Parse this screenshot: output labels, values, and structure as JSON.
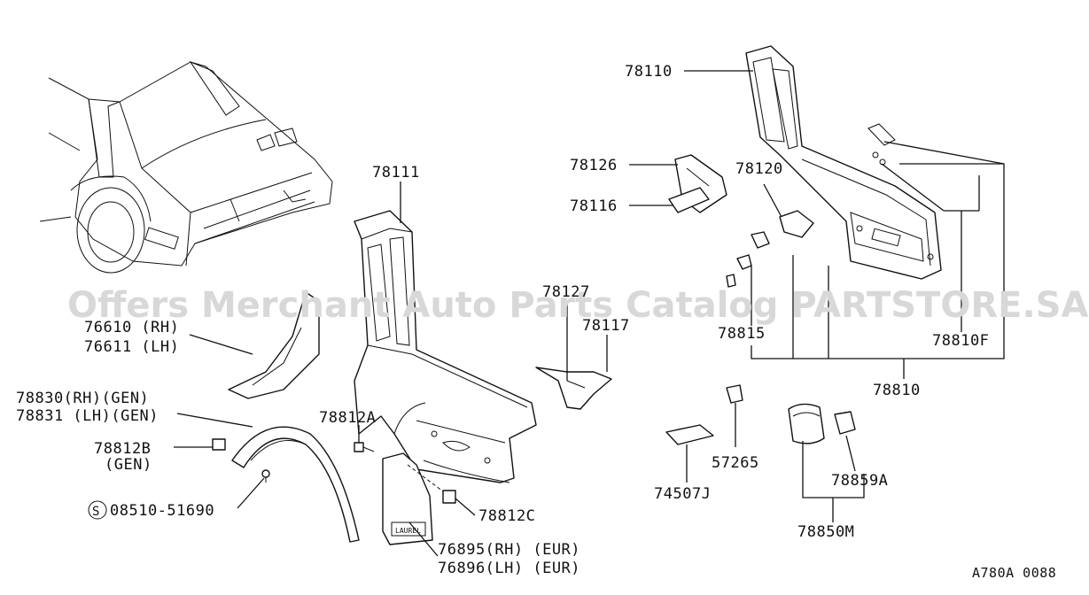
{
  "diagram": {
    "watermark": "Offers Merchant Auto Parts Catalog PARTSTORE.SA",
    "figure_code": "A780A 0088",
    "labels": {
      "p78110": "78110",
      "p78111": "78111",
      "p78126": "78126",
      "p78116": "78116",
      "p78120": "78120",
      "p78127": "78127",
      "p78117": "78117",
      "p78815": "78815",
      "p78810F": "78810F",
      "p78810": "78810",
      "p76610": "76610 (RH)",
      "p76611": "76611 (LH)",
      "p78830": "78830(RH)(GEN)",
      "p78831": "78831 (LH)(GEN)",
      "p78812B": "78812B",
      "p78812B_gen": "(GEN)",
      "p78812A": "78812A",
      "p08510": "08510-51690",
      "p08510_symbol": "S",
      "p78812C": "78812C",
      "p76895": "76895(RH) (EUR)",
      "p76896": "76896(LH) (EUR)",
      "p74507J": "74507J",
      "p57265": "57265",
      "p78859A": "78859A",
      "p78850M": "78850M",
      "mudflap_text": "LAUREL"
    }
  }
}
